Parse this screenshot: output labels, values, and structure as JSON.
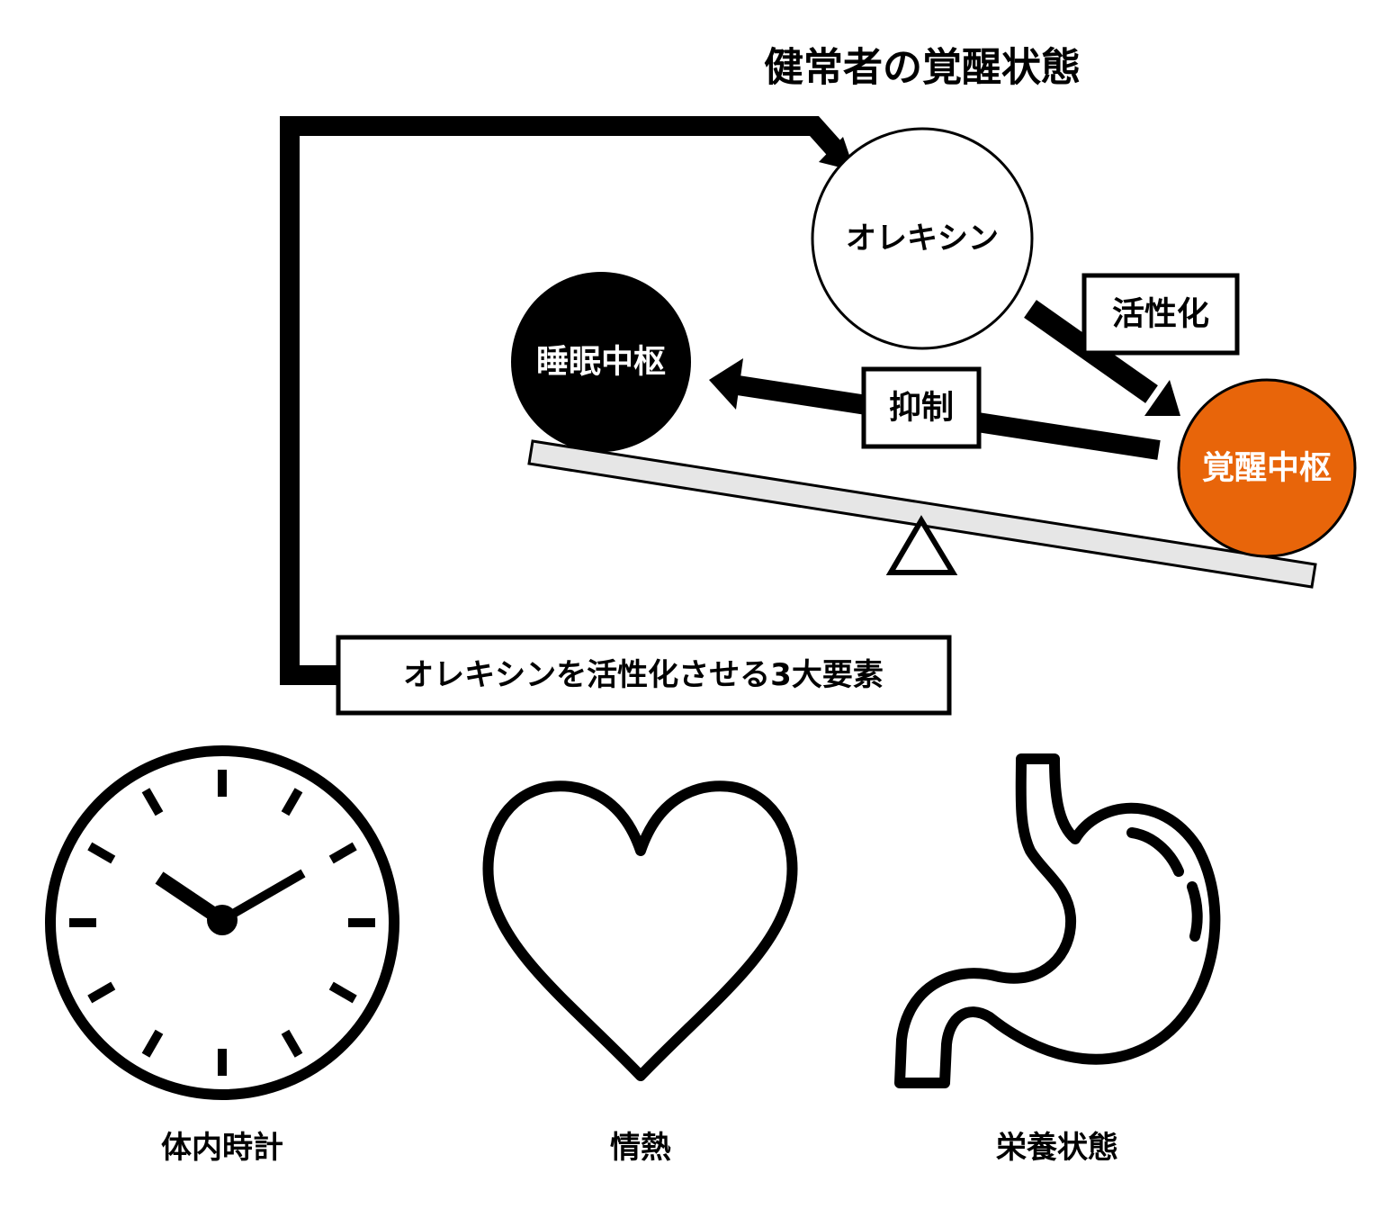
{
  "title": "健常者の覚醒状態",
  "nodes": {
    "orexin": "オレキシン",
    "sleep_center": "睡眠中枢",
    "wake_center": "覚醒中枢"
  },
  "labels": {
    "activate": "活性化",
    "suppress": "抑制",
    "three_factors": "オレキシンを活性化させる3大要素"
  },
  "factors": [
    {
      "label": "体内時計",
      "icon": "clock-icon"
    },
    {
      "label": "情熱",
      "icon": "heart-icon"
    },
    {
      "label": "栄養状態",
      "icon": "stomach-icon"
    }
  ],
  "colors": {
    "wake": "#E8650A",
    "sleep": "#000000",
    "beam": "#E6E6E6"
  }
}
